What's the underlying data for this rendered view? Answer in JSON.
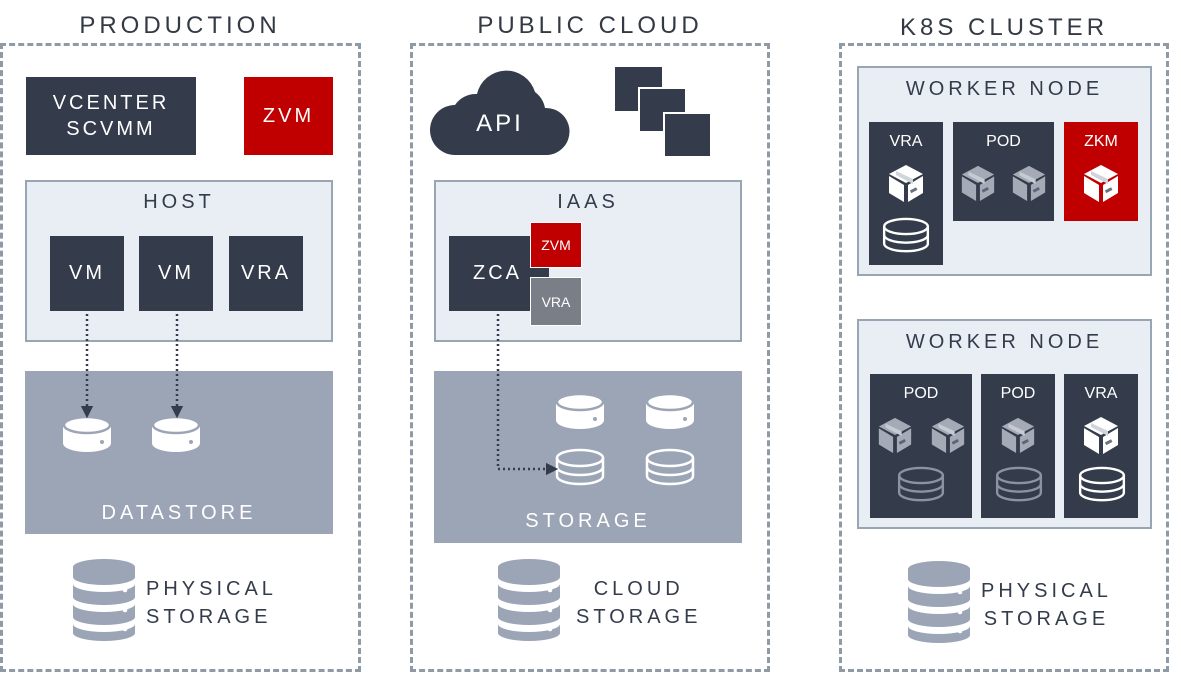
{
  "production": {
    "title": "PRODUCTION",
    "vcenter_line1": "VCENTER",
    "vcenter_line2": "SCVMM",
    "zvm": "ZVM",
    "host": "HOST",
    "vm1": "VM",
    "vm2": "VM",
    "vra": "VRA",
    "datastore": "DATASTORE",
    "physical_line1": "PHYSICAL",
    "physical_line2": "STORAGE"
  },
  "public_cloud": {
    "title": "PUBLIC CLOUD",
    "api": "API",
    "iaas": "IAAS",
    "zca": "ZCA",
    "zvm": "ZVM",
    "vra": "VRA",
    "storage": "STORAGE",
    "cloud_line1": "CLOUD",
    "cloud_line2": "STORAGE"
  },
  "k8s": {
    "title": "K8S CLUSTER",
    "worker1": {
      "title": "WORKER NODE",
      "vra": "VRA",
      "pod": "POD",
      "zkm": "ZKM"
    },
    "worker2": {
      "title": "WORKER NODE",
      "pod1": "POD",
      "pod2": "POD",
      "vra": "VRA"
    },
    "physical_line1": "PHYSICAL",
    "physical_line2": "STORAGE"
  },
  "colors": {
    "dark": "#343c4b",
    "red": "#c00000",
    "gray": "#7a7f87",
    "light": "#e9edf4",
    "slate": "#9ba5b6",
    "dashed": "#8e9aa6"
  }
}
